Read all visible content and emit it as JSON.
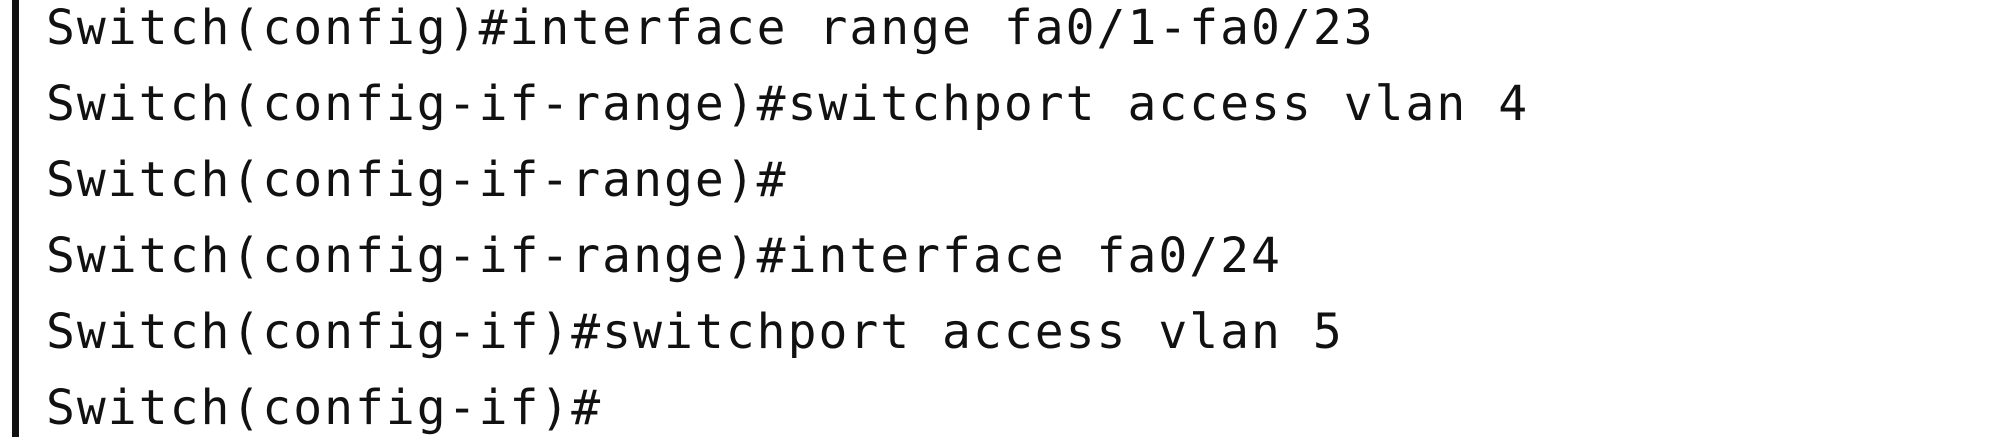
{
  "terminal": {
    "lines": [
      "Switch(config)#interface range fa0/1-fa0/23",
      "Switch(config-if-range)#switchport access vlan 4",
      "Switch(config-if-range)#",
      "Switch(config-if-range)#interface fa0/24",
      "Switch(config-if)#switchport access vlan 5",
      "Switch(config-if)#"
    ]
  },
  "colors": {
    "background": "#ffffff",
    "text": "#111111",
    "border": "#111111"
  }
}
